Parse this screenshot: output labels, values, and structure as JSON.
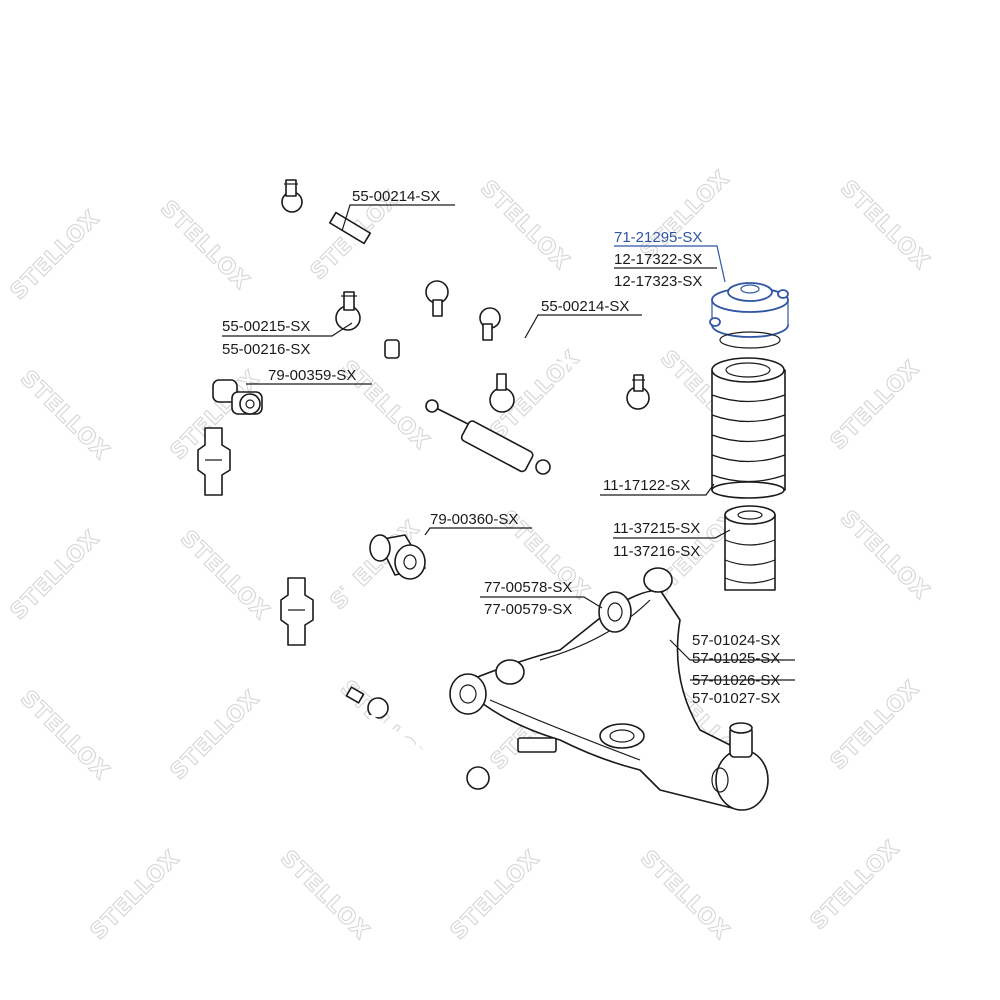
{
  "watermark": {
    "brand": "STELLOX"
  },
  "colors": {
    "highlight": "#2f55a4",
    "ink": "#1a1a1a",
    "watermark": "#d6d6d6"
  },
  "labels": {
    "tie_rod_upper": "55-00214-SX",
    "tie_rod_lower": "55-00214-SX",
    "center_link_a": "55-00215-SX",
    "center_link_b": "55-00216-SX",
    "bushing_small": "79-00359-SX",
    "bushing_large": "79-00360-SX",
    "strut_mount": "71-21295-SX",
    "bearing_a": "12-17322-SX",
    "bearing_b": "12-17323-SX",
    "dust_boot": "11-17122-SX",
    "bump_stop_a": "11-37215-SX",
    "bump_stop_b": "11-37216-SX",
    "arm_bushing_a": "77-00578-SX",
    "arm_bushing_b": "77-00579-SX",
    "control_arm_a": "57-01024-SX",
    "control_arm_b": "57-01025-SX",
    "control_arm_c": "57-01026-SX",
    "control_arm_d": "57-01027-SX"
  }
}
